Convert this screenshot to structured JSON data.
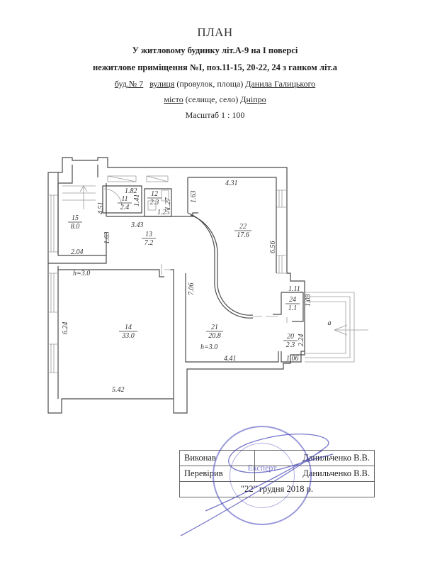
{
  "header": {
    "title": "ПЛАН",
    "line1": "У житловому будинку літ.А-9 на І поверсі",
    "line2": "нежитлове приміщення №I, поз.11-15, 20-22, 24 з ганком літ.а",
    "building_label": "буд.№ 7",
    "street_label": "вулиця",
    "street_hint": "(провулок, площа)",
    "street_name": "Данила Галицького",
    "city_label": "місто",
    "city_hint": "(селище, село)",
    "city_name": "Дніпро",
    "scale": "Масштаб  1 : 100"
  },
  "rooms": [
    {
      "id": "11",
      "area": "2.4"
    },
    {
      "id": "12",
      "area": "2.3"
    },
    {
      "id": "13",
      "area": "7.2"
    },
    {
      "id": "14",
      "area": "33.0"
    },
    {
      "id": "15",
      "area": "8.0"
    },
    {
      "id": "20",
      "area": "2.3"
    },
    {
      "id": "21",
      "area": "20.8"
    },
    {
      "id": "22",
      "area": "17.6"
    },
    {
      "id": "24",
      "area": "1.1"
    }
  ],
  "porch_label": "а",
  "heights": [
    "h=3.0",
    "h=3.0"
  ],
  "dimensions": {
    "d_182": "1.82",
    "d_141": "1.41",
    "d_127": "1.27",
    "d_125": "1.25",
    "d_451": "4.51",
    "d_343": "3.43",
    "d_163a": "1.63",
    "d_204": "2.04",
    "d_163b": "1.63",
    "d_431": "4.31",
    "d_656": "6.56",
    "d_706": "7.06",
    "d_111": "1.11",
    "d_103": "1.03",
    "d_224": "2.24",
    "d_106": "1.06",
    "d_441": "4.41",
    "d_624": "6.24",
    "d_542": "5.42"
  },
  "signatures": {
    "performed_label": "Виконав",
    "performed_name": "Данильченко В.В.",
    "checked_label": "Перевірив",
    "checked_name": "Данильченко В.В.",
    "date": "\"22\" грудня 2018 р."
  },
  "stamp": {
    "text": "Експерт"
  }
}
